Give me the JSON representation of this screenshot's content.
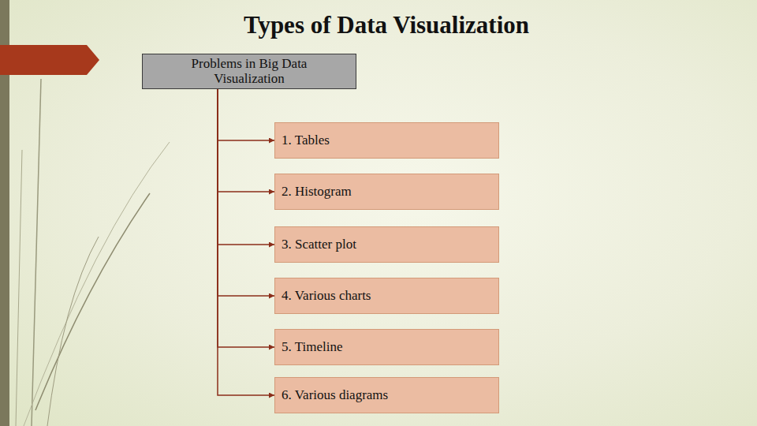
{
  "diagram": {
    "title": "Types of Data Visualization",
    "nodes": [
      {
        "text": [
          "Problems in Big Data Visualization"
        ]
      },
      {
        "text": [
          "1. Tables"
        ]
      },
      {
        "text": [
          "2. Histogram"
        ]
      },
      {
        "text": [
          "3. Scatter plot"
        ]
      },
      {
        "text": [
          "4. Various charts"
        ]
      },
      {
        "text": [
          "5. Timeline"
        ]
      },
      {
        "text": [
          "6. Various diagrams"
        ]
      }
    ],
    "edges": [
      {
        "from": 0,
        "to": 1,
        "arrow": "to"
      },
      {
        "from": 0,
        "to": 2,
        "arrow": "to"
      },
      {
        "from": 0,
        "to": 3,
        "arrow": "to"
      },
      {
        "from": 0,
        "to": 4,
        "arrow": "to"
      },
      {
        "from": 0,
        "to": 5,
        "arrow": "to"
      },
      {
        "from": 0,
        "to": 6,
        "arrow": "to"
      }
    ]
  }
}
